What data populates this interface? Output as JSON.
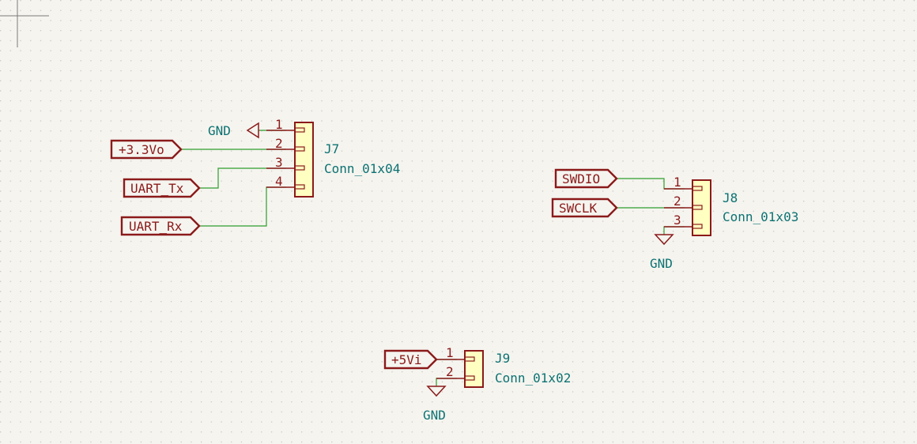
{
  "connectors": {
    "j7": {
      "ref": "J7",
      "value": "Conn_01x04",
      "pins": [
        "1",
        "2",
        "3",
        "4"
      ]
    },
    "j8": {
      "ref": "J8",
      "value": "Conn_01x03",
      "pins": [
        "1",
        "2",
        "3"
      ]
    },
    "j9": {
      "ref": "J9",
      "value": "Conn_01x02",
      "pins": [
        "1",
        "2"
      ]
    }
  },
  "labels": {
    "v33": "+3.3Vo",
    "uart_tx": "UART_Tx",
    "uart_rx": "UART_Rx",
    "swdio": "SWDIO",
    "swclk": "SWCLK",
    "v5": "+5Vi"
  },
  "power": {
    "gnd_j7": "GND",
    "gnd_j8": "GND",
    "gnd_j9": "GND"
  },
  "colors": {
    "background": "#f5f4ef",
    "wire": "#2e9e2e",
    "symbol_outline": "#8b1a1a",
    "symbol_fill": "#ffffc2",
    "reference_text": "#0c7272",
    "grid_dot": "#c9c7bd"
  }
}
